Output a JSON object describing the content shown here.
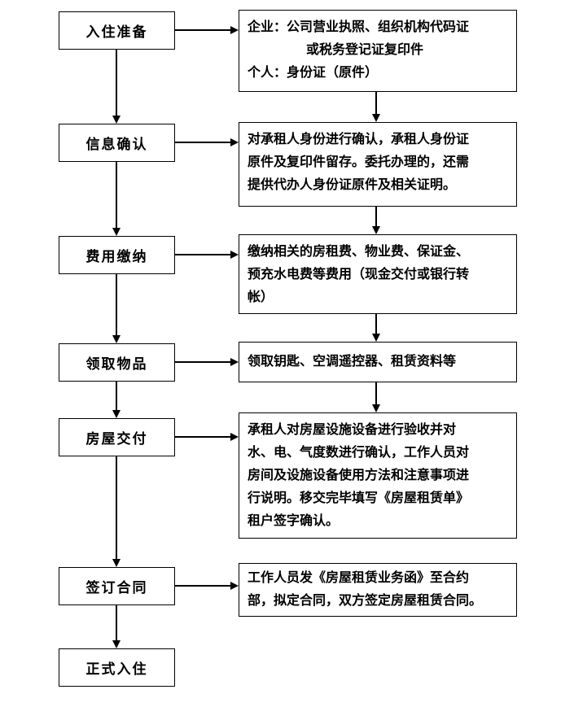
{
  "diagram": {
    "type": "flowchart",
    "topic": "房屋租赁入住流程",
    "colors": {
      "line": "#000000",
      "box_border": "#000000",
      "background": "#ffffff",
      "text": "#000000"
    },
    "steps": [
      {
        "label": "入住准备"
      },
      {
        "label": "信息确认"
      },
      {
        "label": "费用缴纳"
      },
      {
        "label": "领取物品"
      },
      {
        "label": "房屋交付"
      },
      {
        "label": "签订合同"
      },
      {
        "label": "正式入住"
      }
    ],
    "details": [
      {
        "lines": [
          "企业：公司营业执照、组织机构代码证",
          "或税务登记证复印件",
          "个人：身份证（原件）"
        ]
      },
      {
        "lines": [
          "对承租人身份进行确认，承租人身份证",
          "原件及复印件留存。委托办理的，还需",
          "提供代办人身份证原件及相关证明。"
        ]
      },
      {
        "lines": [
          "缴纳相关的房租费、物业费、保证金、",
          "预充水电费等费用（现金交付或银行转",
          "帐）"
        ]
      },
      {
        "lines": [
          "领取钥匙、空调遥控器、租赁资料等"
        ]
      },
      {
        "lines": [
          "承租人对房屋设施设备进行验收并对",
          "水、电、气度数进行确认，工作人员对",
          "房间及设施设备使用方法和注意事项进",
          "行说明。移交完毕填写《房屋租赁单》",
          "租户签字确认。"
        ]
      },
      {
        "lines": [
          "工作人员发《房屋租赁业务函》至合约",
          "部，拟定合同，双方签定房屋租赁合同。"
        ]
      }
    ]
  }
}
